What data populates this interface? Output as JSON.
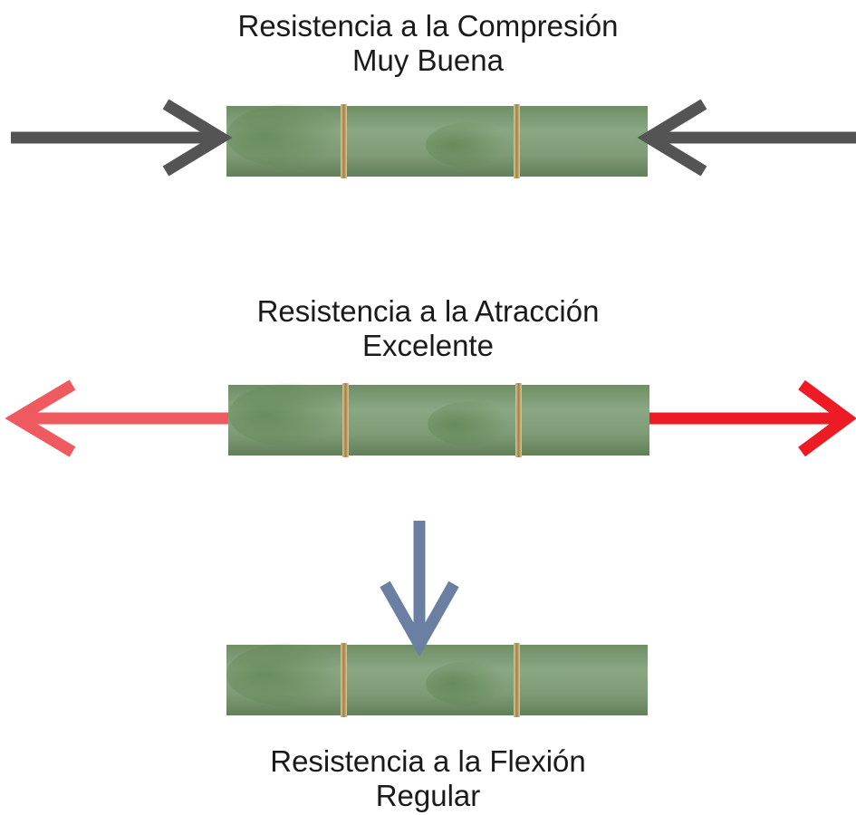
{
  "panels": [
    {
      "title": "Resistencia a la Compresión",
      "rating": "Muy Buena",
      "force": "compression",
      "arrow_color": "#545454"
    },
    {
      "title": "Resistencia a la Atracción",
      "rating": "Excelente",
      "force": "tension",
      "arrow_colors": [
        "#ee5a5f",
        "#ed1c24"
      ]
    },
    {
      "title": "Resistencia a la Flexión",
      "rating": "Regular",
      "force": "bending",
      "arrow_color": "#6b7fa3"
    }
  ],
  "colors": {
    "bamboo": "#7f9c78",
    "bamboo_dark": "#5f7f55",
    "node": "#b58c4e"
  }
}
